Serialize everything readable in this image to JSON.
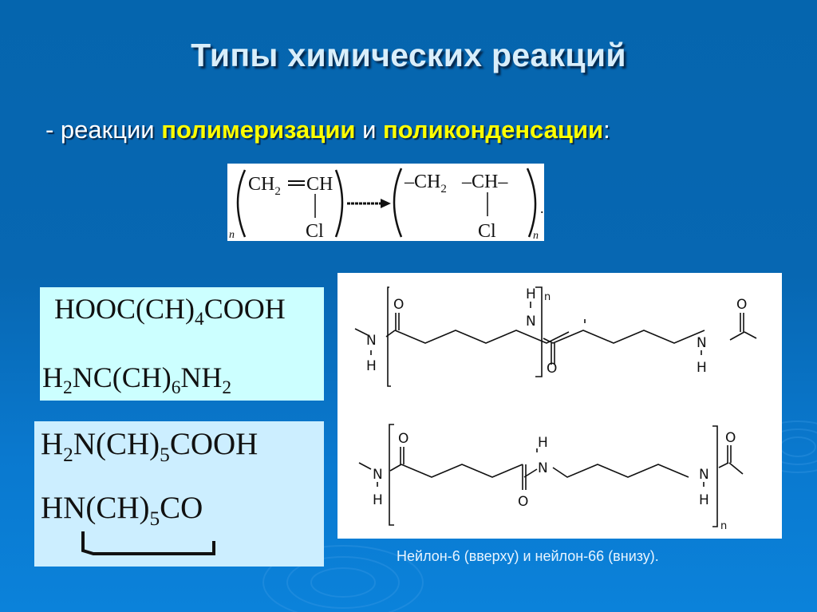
{
  "slide": {
    "title": "Типы химических реакций",
    "subtitle": {
      "prefix": "- реакции ",
      "highlight_1": "полимеризации",
      "connector": " и ",
      "highlight_2": "поликонденсации",
      "suffix": ":"
    },
    "colors": {
      "background": "#0565ae",
      "title": "#d9eefa",
      "highlight": "#ffff00",
      "box1_bg": "#ccffff",
      "box2_bg": "#cceeff"
    }
  },
  "pvc_reaction": {
    "monomer_top": "CH",
    "monomer_sub": "2",
    "monomer_double": "═",
    "monomer_ch": "CH",
    "monomer_cl": "Cl",
    "polymer_left": "–CH",
    "polymer_sub": "2",
    "polymer_mid": "–CH–",
    "polymer_cl": "Cl",
    "coef": "n",
    "index": "n",
    "end_dot": "."
  },
  "monomers_66": {
    "formula_1": {
      "a": "HOOC(CH)",
      "sub": "4",
      "b": "COOH"
    },
    "formula_2": {
      "a": "H",
      "sub1": "2",
      "b": "NC(CH)",
      "sub2": "6",
      "c": "NH",
      "sub3": "2"
    }
  },
  "monomers_6": {
    "formula_1": {
      "a": "H",
      "sub1": "2",
      "b": "N(CH)",
      "sub2": "5",
      "c": "COOH"
    },
    "formula_2": {
      "a": "HN(CH)",
      "sub": "5",
      "b": "CO"
    }
  },
  "nylon_structures": {
    "atoms": {
      "N": "N",
      "H": "H",
      "O": "O",
      "n": "n"
    }
  },
  "caption": "Нейлон-6 (вверху) и нейлон-66 (внизу)."
}
